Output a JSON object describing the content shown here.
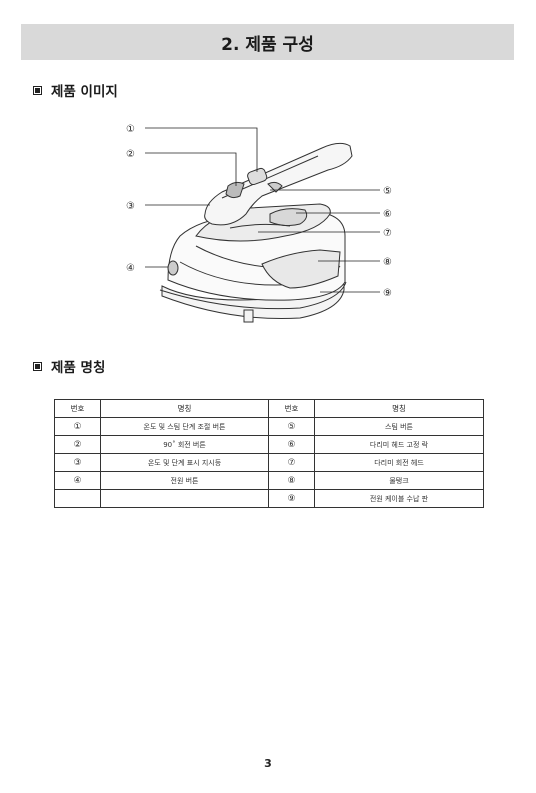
{
  "title": "2. 제품 구성",
  "sections": {
    "image_heading": "제품 이미지",
    "names_heading": "제품 명칭"
  },
  "callouts": [
    "①",
    "②",
    "③",
    "④",
    "⑤",
    "⑥",
    "⑦",
    "⑧",
    "⑨"
  ],
  "table": {
    "headers": [
      "번호",
      "명칭",
      "번호",
      "명칭"
    ],
    "rows": [
      [
        "①",
        "온도 및 스팀 단계 조절 버튼",
        "⑤",
        "스팀 버튼"
      ],
      [
        "②",
        "90˚ 회전 버튼",
        "⑥",
        "다리미 헤드 고정 락"
      ],
      [
        "③",
        "온도 및 단계 표시 지시등",
        "⑦",
        "다리미 회전 헤드"
      ],
      [
        "④",
        "전원 버튼",
        "⑧",
        "물탱크"
      ],
      [
        "",
        "",
        "⑨",
        "전원 케이블 수납 판"
      ]
    ]
  },
  "page_number": "3"
}
